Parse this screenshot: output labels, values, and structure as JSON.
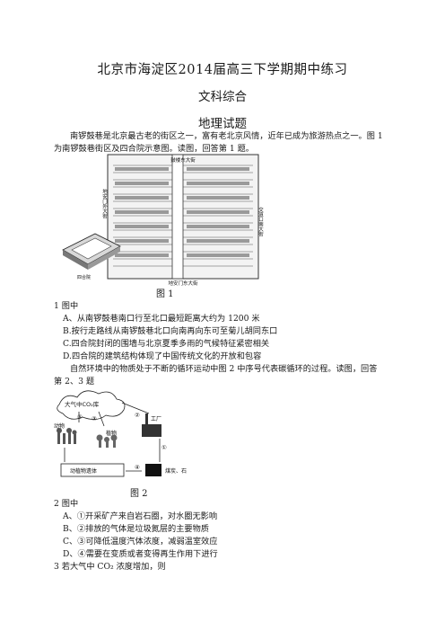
{
  "header": {
    "title": "北京市海淀区2014届高三下学期期中练习",
    "subject": "文科综合",
    "section": "地理试题"
  },
  "intro": {
    "line1": "南锣鼓巷是北京最古老的街区之一，富有老北京风情，近年已成为旅游热点之一。图 1",
    "line2": "为南锣鼓巷街区及四合院示意图。读图，回答第 1 题。"
  },
  "figure1": {
    "caption": "图 1",
    "label_top": "鼓楼东大街",
    "label_bottom": "地安门东大街",
    "label_right": "交道口南大街",
    "label_left": "地安门外大街",
    "label_siheyuan": "四合院"
  },
  "q1": {
    "stem": "1 图中",
    "options": [
      "A、从南锣鼓巷南口行至北口最短距离大约为 1200 米",
      "B.按行走路线从南锣鼓巷北口向南再向东可至菊儿胡同东口",
      "C.四合院封闭的围墙与北京夏季多雨的气候特征紧密相关",
      "D.四合院的建筑结构体现了中国传统文化的开放和包容"
    ]
  },
  "intro2": {
    "line1": "自然环境中的物质处于不断的循环运动中图 2 中序号代表碳循环的过程。读图，回答",
    "line2": "第 2、3 题"
  },
  "figure2": {
    "caption": "图 2",
    "atmosphere": "大气中CO₂库",
    "animals": "动物",
    "plants": "植物",
    "factory": "工厂",
    "remains": "动植物遗体",
    "coal": "煤炭、石油",
    "markers": [
      "①",
      "②",
      "③",
      "④",
      "⑤"
    ]
  },
  "q2": {
    "stem": "2 图中",
    "options": [
      "A、①开采矿产来自岩石圈，对水圈无影响",
      "B、②排放的气体是垃圾氮层的主要物质",
      "C、③可降低温度汽体浓度，减弱温室效应",
      "D、④需要在变质或者变得再生作用下进行"
    ]
  },
  "q3": {
    "stem": "3 若大气中 CO₂ 浓度增加，则"
  }
}
